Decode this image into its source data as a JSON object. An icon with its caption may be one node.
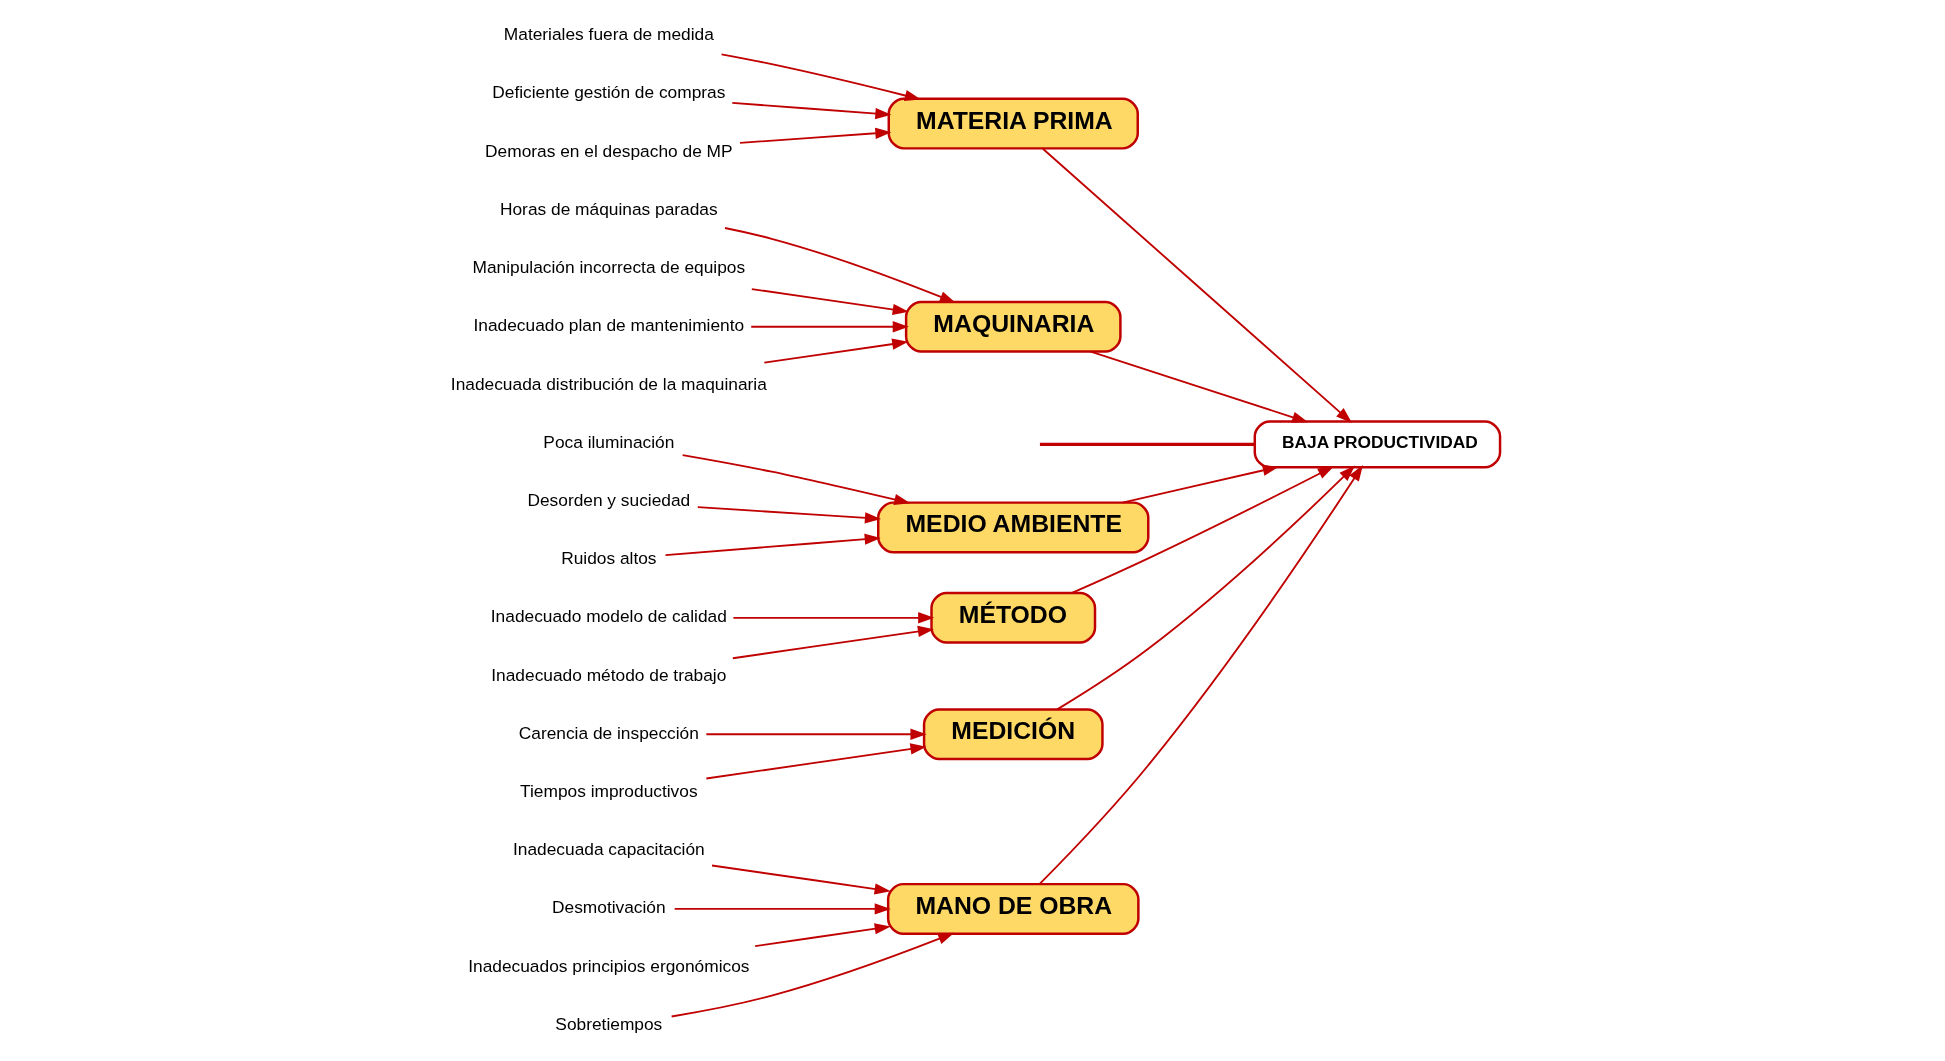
{
  "diagram": {
    "nodes": [
      {
        "text": [
          "MANO DE OBRA"
        ]
      },
      {
        "text": [
          "MATERIA PRIMA"
        ]
      },
      {
        "text": [
          "MAQUINARIA"
        ]
      },
      {
        "text": [
          "Inadecuada capacitación"
        ]
      },
      {
        "text": [
          "Desmotivación"
        ]
      },
      {
        "text": [
          "Inadecuados principios ergonómicos"
        ]
      },
      {
        "text": [
          "Sobretiempos"
        ]
      },
      {
        "text": [
          "Materiales fuera de medida"
        ]
      },
      {
        "text": [
          "Deficiente gestión de compras"
        ]
      },
      {
        "text": [
          "Demoras en el despacho de MP"
        ]
      },
      {
        "text": [
          "Horas de máquinas paradas"
        ]
      },
      {
        "text": [
          "Manipulación incorrecta de equipos"
        ]
      },
      {
        "text": [
          "Inadecuado plan de mantenimiento"
        ]
      },
      {
        "text": [
          "Inadecuada distribución de la maquinaria"
        ]
      },
      {
        "text": [
          "BAJA PRODUCTIVIDAD"
        ]
      },
      {
        "text": [
          "Poca iluminación"
        ]
      },
      {
        "text": [
          "Desorden y suciedad"
        ]
      },
      {
        "text": [
          "Ruidos altos"
        ]
      },
      {
        "text": [
          "Inadecuado modelo de calidad"
        ]
      },
      {
        "text": [
          "Inadecuado método de trabajo"
        ]
      },
      {
        "text": [
          "Carencia de inspección"
        ]
      },
      {
        "text": [
          "Tiempos improductivos"
        ]
      },
      {
        "text": [
          "MEDIO AMBIENTE"
        ]
      },
      {
        "text": [
          "MÉTODO"
        ]
      },
      {
        "text": [
          "MEDICIÓN"
        ]
      }
    ],
    "edges": [
      {
        "from": 3,
        "to": 0,
        "arrow": "to"
      },
      {
        "from": 4,
        "to": 0,
        "arrow": "to"
      },
      {
        "from": 5,
        "to": 0,
        "arrow": "to"
      },
      {
        "from": 6,
        "to": 0,
        "arrow": "to"
      },
      {
        "from": 7,
        "to": 1,
        "arrow": "to"
      },
      {
        "from": 8,
        "to": 1,
        "arrow": "to"
      },
      {
        "from": 9,
        "to": 1,
        "arrow": "to"
      },
      {
        "from": 10,
        "to": 2,
        "arrow": "to"
      },
      {
        "from": 11,
        "to": 2,
        "arrow": "to"
      },
      {
        "from": 12,
        "to": 2,
        "arrow": "to"
      },
      {
        "from": 13,
        "to": 2,
        "arrow": "to"
      },
      {
        "from": 15,
        "to": 22,
        "arrow": "to"
      },
      {
        "from": 16,
        "to": 22,
        "arrow": "to"
      },
      {
        "from": 17,
        "to": 22,
        "arrow": "to"
      },
      {
        "from": 18,
        "to": 23,
        "arrow": "to"
      },
      {
        "from": 19,
        "to": 23,
        "arrow": "to"
      },
      {
        "from": 20,
        "to": 24,
        "arrow": "to"
      },
      {
        "from": 21,
        "to": 24,
        "arrow": "to"
      },
      {
        "from": 0,
        "to": 14,
        "arrow": "to"
      },
      {
        "from": 1,
        "to": 14,
        "arrow": "to"
      },
      {
        "from": 2,
        "to": 14,
        "arrow": "to"
      },
      {
        "from": 22,
        "to": 14,
        "arrow": "to"
      },
      {
        "from": 23,
        "to": 14,
        "arrow": "to"
      },
      {
        "from": 24,
        "to": 14,
        "arrow": "to"
      },
      {
        "from": null,
        "to": 14,
        "arrow": "none"
      }
    ]
  }
}
